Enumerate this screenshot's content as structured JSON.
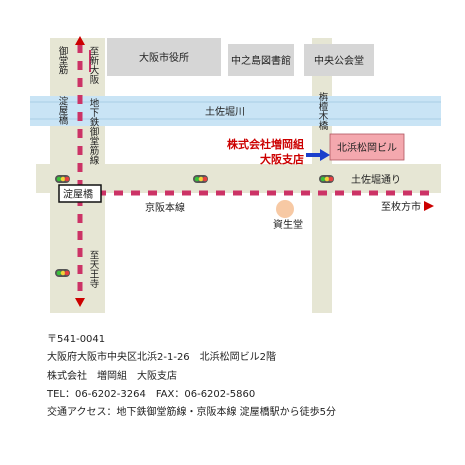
{
  "colors": {
    "road": "#e6e6d4",
    "river": "#c9e4f5",
    "building": "#d6d6d6",
    "target_building": "#f4a8ae",
    "railway_red": "#cc3366",
    "arrow_blue": "#1a3fcc",
    "company_red": "#cc0000",
    "shiseido_dot": "#f7c9a4"
  },
  "map": {
    "buildings": {
      "city_hall": "大阪市役所",
      "library": "中之島図書館",
      "public_hall": "中央公会堂",
      "target": "北浜松岡ビル"
    },
    "roads": {
      "midosuji": "御堂筋",
      "yodoyabashi_road": "淀屋橋",
      "tosabori_street": "土佐堀通り",
      "keihan_line": "京阪本線"
    },
    "river": "土佐堀川",
    "bridge": "栴檀木橋",
    "subway": "地下鉄御堂筋線",
    "station": "淀屋橋",
    "to_shin_osaka": "至新大阪",
    "to_tennoji": "至天王寺",
    "to_hirakata": "至枚方市",
    "shiseido": "資生堂",
    "company_name": "株式会社増岡組",
    "branch_name": "大阪支店"
  },
  "info": {
    "postal": "〒541-0041",
    "address": "大阪府大阪市中央区北浜2-1-26　北浜松岡ビル2階",
    "company": "株式会社　増岡組　大阪支店",
    "phone": "TEL：06-6202-3264　FAX：06-6202-5860",
    "access": "交通アクセス：地下鉄御堂筋線・京阪本線 淀屋橋駅から徒歩5分"
  }
}
